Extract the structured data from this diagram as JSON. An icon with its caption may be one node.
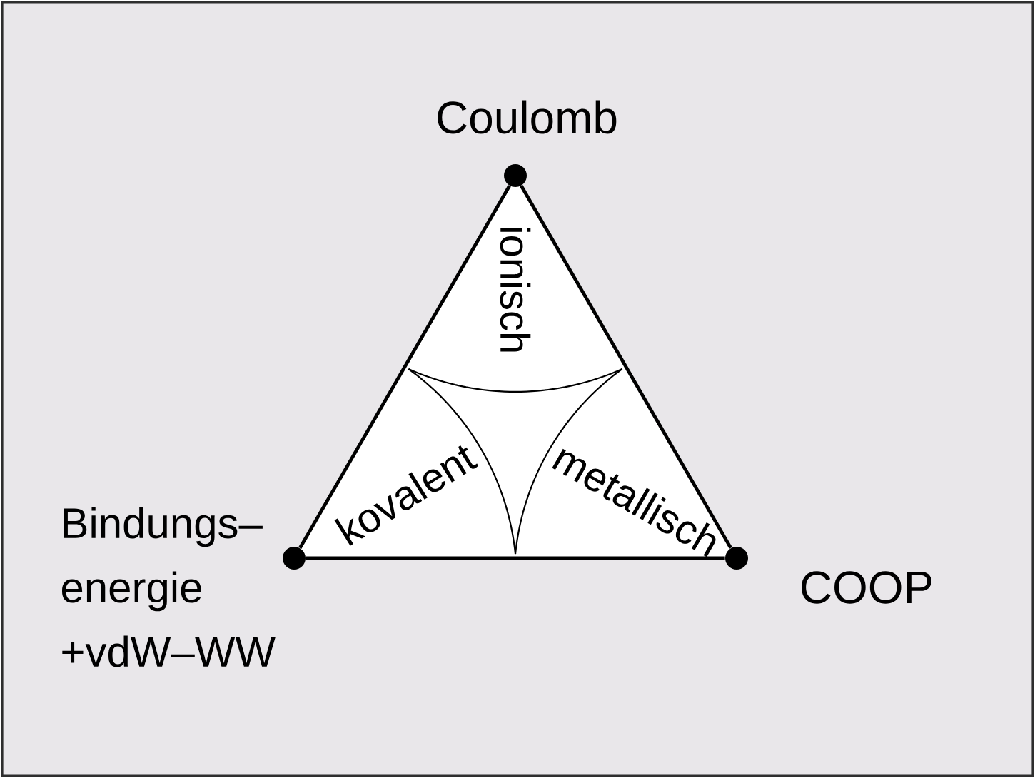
{
  "diagram": {
    "nodes": [
      {
        "text": [],
        "shape": "circle",
        "beside": [
          "Coulomb"
        ]
      },
      {
        "text": [],
        "shape": "circle",
        "beside": [
          "Bindungs– energie +vdW–WW"
        ]
      },
      {
        "text": [],
        "shape": "circle",
        "beside": [
          "COOP"
        ]
      }
    ],
    "edges": [
      {
        "from": 0,
        "to": 1,
        "arrow": "none"
      },
      {
        "from": 1,
        "to": 2,
        "arrow": "none"
      },
      {
        "from": 2,
        "to": 0,
        "arrow": "none"
      }
    ],
    "labels": [
      "ionisch",
      "kovalent",
      "metallisch"
    ]
  }
}
